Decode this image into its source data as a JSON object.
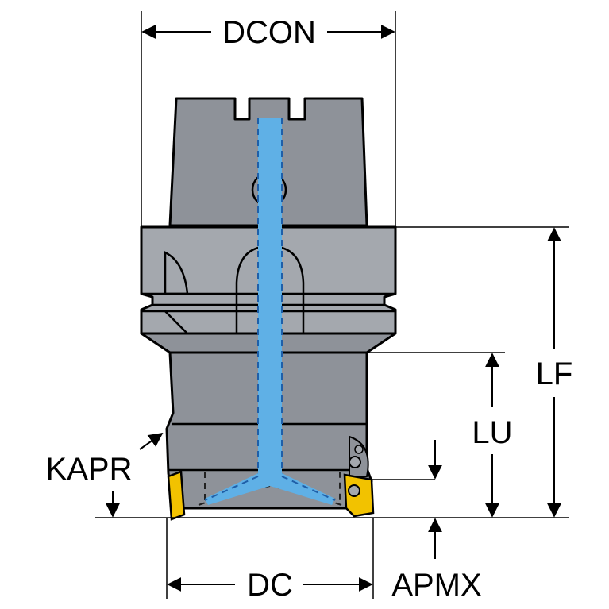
{
  "labels": {
    "dcon": "DCON",
    "lf": "LF",
    "lu": "LU",
    "kapr": "KAPR",
    "dc": "DC",
    "apmx": "APMX"
  },
  "colors": {
    "body": "#8e9299",
    "body_light": "#a4a8ae",
    "coolant": "#5fb0e6",
    "insert": "#f2c200",
    "line": "#000000"
  }
}
